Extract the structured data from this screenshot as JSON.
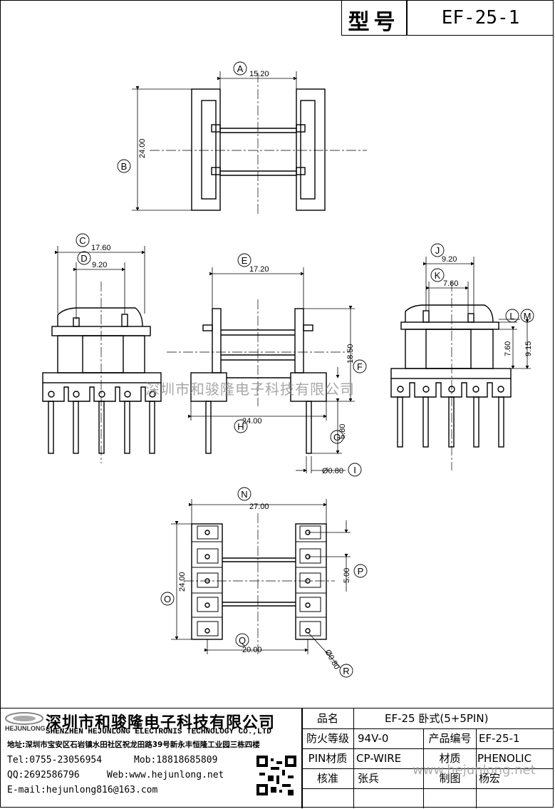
{
  "header": {
    "label": "型号",
    "model": "EF-25-1"
  },
  "dimensions": {
    "top_width": "15.20",
    "top_height": "24.00",
    "left_width": "17.60",
    "left_inner": "9.20",
    "mid_width": "17.20",
    "mid_height": "18.50",
    "mid_base": "24.00",
    "mid_pin": "5.80",
    "mid_dia": "Ø0.80",
    "right_width": "9.20",
    "right_inner": "7.60",
    "right_h1": "7.60",
    "right_h2": "9.15",
    "bot_width": "27.00",
    "bot_height": "24.00",
    "bot_pitch": "5.00",
    "bot_span": "20.00",
    "bot_dia": "Ø0.80"
  },
  "markers": [
    "A",
    "B",
    "C",
    "D",
    "E",
    "F",
    "G",
    "H",
    "I",
    "J",
    "K",
    "L",
    "M",
    "N",
    "O",
    "P",
    "Q",
    "R"
  ],
  "watermark": "深圳市和骏隆电子科技有限公司",
  "watermark_url": "www.hejunlong.net",
  "company": {
    "logo_text": "HEJUNLONG",
    "name_cn": "深圳市和骏隆电子科技有限公司",
    "name_en": "SHENZHEN HEJUNLONG ELECTRONIS TECHNOLOGY CO.,LTD",
    "address": "地址:深圳市宝安区石岩镇水田社区祝龙田路39号新永丰恒隆工业园三栋四楼",
    "tel": "Tel:0755-23056954",
    "mob": "Mob:18818685809",
    "qq": "QQ:2692586796",
    "web": "Web:www.hejunlong.net",
    "email": "E-mail:hejunlong816@163.com"
  },
  "specs": {
    "name_label": "品名",
    "name_value": "EF-25 卧式(5+5PIN)",
    "fire_label": "防火等级",
    "fire_value": "94V-0",
    "code_label": "产品编号",
    "code_value": "EF-25-1",
    "pin_label": "PIN材质",
    "pin_value": "CP-WIRE",
    "material_label": "材质",
    "material_value": "PHENOLIC",
    "check_label": "核准",
    "check_value": "张兵",
    "draw_label": "制图",
    "draw_value": "杨宏"
  }
}
